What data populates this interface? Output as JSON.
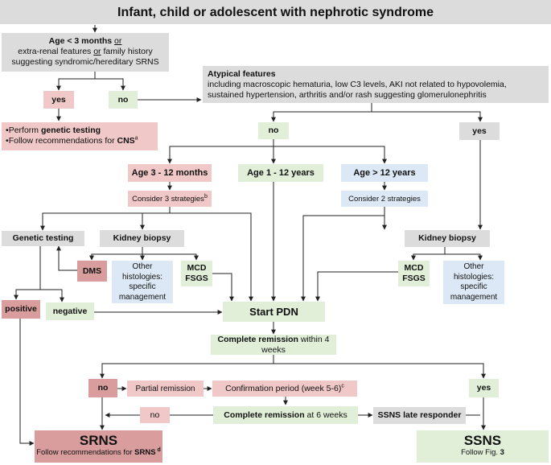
{
  "title": "Infant, child or adolescent with nephrotic syndrome",
  "age_lt3": {
    "l1_bold": "Age  < 3 months",
    "l1_or": "or",
    "l2_pre": "extra-renal features",
    "l2_or": "or",
    "l2_post": "family history",
    "l3": "suggesting syndromic/hereditary SRNS"
  },
  "yes1": "yes",
  "no1": "no",
  "cns": {
    "bullet": "•",
    "l1_pre": "Perform",
    "l1_bold": "genetic testing",
    "l2_pre": "Follow recommendations for",
    "l2_bold": "CNS",
    "l2_sup": "a"
  },
  "atypical": {
    "title": "Atypical features",
    "l2": "including macroscopic hematuria, low C3 levels, AKI not related to hypovolemia,",
    "l3": "sustained hypertension, arthritis and/or rash suggesting glomerulonephritis"
  },
  "no2": "no",
  "yes2": "yes",
  "age3_12": "Age 3 - 12 months",
  "age1_12": "Age 1 - 12 years",
  "age_gt12": "Age > 12  years",
  "consider3": {
    "text": "Consider 3 strategies",
    "sup": "b"
  },
  "consider2": "Consider 2 strategies",
  "genetic_testing": "Genetic testing",
  "kidney_biopsy_left": "Kidney biopsy",
  "kidney_biopsy_right": "Kidney biopsy",
  "dms": "DMS",
  "other_left": [
    "Other",
    "histologies:",
    "specific",
    "management"
  ],
  "other_right": [
    "Other",
    "histologies:",
    "specific",
    "management"
  ],
  "mcd_left": [
    "MCD",
    "FSGS"
  ],
  "mcd_right": [
    "MCD",
    "FSGS"
  ],
  "positive": "positive",
  "negative": "negative",
  "start_pdn": "Start PDN",
  "complete4": {
    "bold": "Complete remission",
    "rest": " within 4 weeks"
  },
  "no3": "no",
  "yes3": "yes",
  "partial": "Partial remission",
  "confirmation": {
    "text": "Confirmation period (week 5-6)",
    "sup": "c"
  },
  "no4": "no",
  "complete6": {
    "bold": "Complete remission",
    "rest": " at 6 weeks"
  },
  "late_responder": "SSNS late responder",
  "srns": {
    "title": "SRNS",
    "sub_pre": "Follow recommendations for ",
    "sub_bold": "SRNS",
    "sub_sup": " d"
  },
  "ssns": {
    "title": "SSNS",
    "sub_pre": "Follow Fig. ",
    "sub_bold": "3"
  }
}
